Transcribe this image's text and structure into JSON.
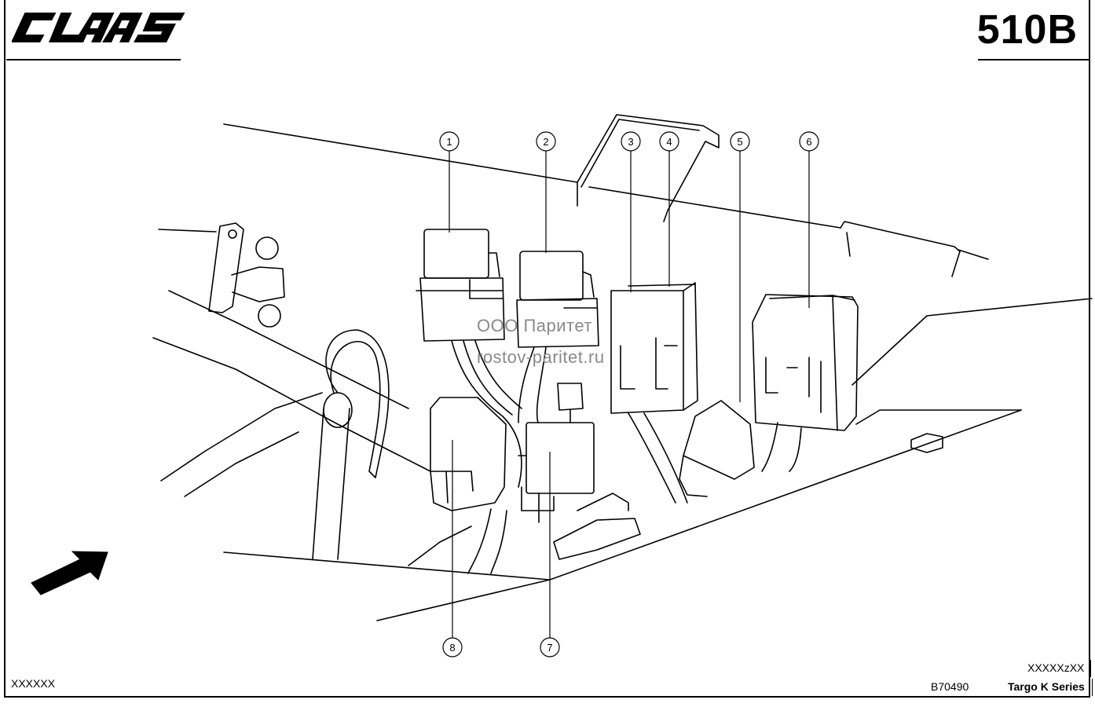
{
  "header": {
    "brand": "CLAAS",
    "page_number": "510B"
  },
  "watermark": {
    "line1": "ООО Паритет",
    "line2": "rostov-paritet.ru"
  },
  "callouts": [
    "1",
    "2",
    "3",
    "4",
    "5",
    "6",
    "7",
    "8"
  ],
  "footer": {
    "left_code": "XXXXXX",
    "drawing_code": "B70490",
    "version_code": "XXXXXzXX",
    "model": "Targo K Series"
  },
  "icons": {
    "logo": "claas-logo",
    "direction": "arrow-direction-icon"
  }
}
